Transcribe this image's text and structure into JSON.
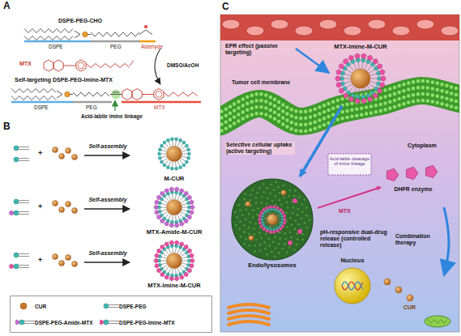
{
  "diagram": {
    "nodes": [
      {
        "text": [
          "M-CUR"
        ]
      },
      {
        "text": [
          "MTX-Amide-M-CUR"
        ]
      },
      {
        "text": [
          "MTX-Imine-M-CUR"
        ]
      },
      {
        "text": [
          "MTX-Imine-M-CUR"
        ]
      },
      {
        "text": [
          "Endo/lysosomes"
        ]
      },
      {
        "text": [
          "Nucleus"
        ]
      },
      {
        "text": [
          "DHFR enzyme"
        ]
      }
    ],
    "edges": [
      {
        "from": 3,
        "to": 4,
        "arrow": "to",
        "label": "Selective cellular uptake (active targeting)"
      },
      {
        "from": 4,
        "to": 6,
        "arrow": "to"
      }
    ],
    "labels": [
      "A",
      "DSPE-PEG-CHO",
      "DSPE",
      "PEG",
      "Aldehyde",
      "MTX",
      "DMSO/AcOH",
      "Self-targeting DSPE-PEG-Imine-MTX",
      "DSPE",
      "PEG",
      "MTX",
      "Acid-labile imine linkage",
      "B",
      "+",
      "Self-assembly",
      "+",
      "Self-assembly",
      "+",
      "Self-assembly",
      "C",
      "EPR effect (passive targeting)",
      "Tumor cell membrane",
      "Cytoplasm",
      "Acid-labile cleavage of imine linkage",
      "MTX",
      "pH-responsive dual-drug release (controlled release)",
      "Combination therapy",
      "CUR"
    ],
    "legend": [
      {
        "text": "CUR",
        "color": "#c8782a"
      },
      {
        "text": "DSPE-PEG"
      },
      {
        "text": "DSPE-PEG-Amide-MTX"
      },
      {
        "text": "DSPE-PEG-Imine-MTX"
      }
    ]
  }
}
